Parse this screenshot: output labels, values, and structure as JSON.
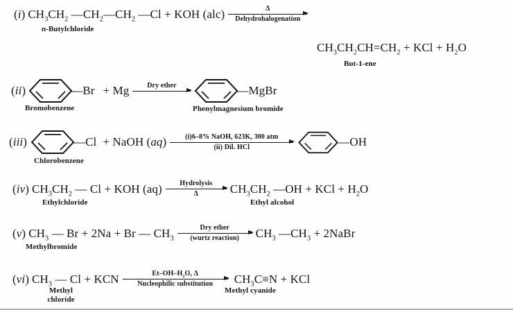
{
  "colors": {
    "ink": "#141414",
    "paper": "#fefefe"
  },
  "reactions": {
    "i": {
      "index": "(*i*)",
      "reactants": "CH~3~CH~2~ —CH~2~—CH~2~ —Cl + KOH (alc)",
      "reactant_label": "*n*-Butylchloride",
      "arrow_top": "Δ",
      "arrow_bottom": "Dehydrohalogenation",
      "products": "CH~3~CH~2~CH=CH~2~ + KCl + H~2~O",
      "product_label": "But-1-ene"
    },
    "ii": {
      "index": "(*ii*)",
      "reactant_substituent": "—Br",
      "plus_reagent": "+ Mg",
      "arrow_top": "Dry ether",
      "arrow_bottom": "",
      "product_substituent": "—MgBr",
      "reactant_label": "Bromobenzene",
      "product_label": "Phenylmagnesium bromide"
    },
    "iii": {
      "index": "(*iii*)",
      "reactant_substituent": "—Cl",
      "plus_reagent": "+ NaOH (*aq*)",
      "arrow_top": "(i)6–8% NaOH, 623K, 300 atm",
      "arrow_bottom": "(ii) Dil. HCl",
      "product_substituent": "—OH",
      "reactant_label": "Chlorobenzene"
    },
    "iv": {
      "index": "(*iv*)",
      "reactants": "CH~3~CH~2~ — Cl + KOH (aq)",
      "reactant_label": "Ethylchloride",
      "arrow_top": "Hydrolysis",
      "arrow_bottom": "Δ",
      "products": "CH~3~CH~2~ —OH + KCl + H~2~O",
      "product_label": "Ethyl alcohol"
    },
    "v": {
      "index": "(*v*)",
      "reactants": "CH~3~ — Br + 2Na + Br — CH~3~",
      "reactant_label": "Methylbromide",
      "arrow_top": "Dry ether",
      "arrow_bottom": "(wurtz reaction)",
      "products": "CH~3~ —CH~3~ + 2NaBr"
    },
    "vi": {
      "index": "(*vi*)",
      "reactants": "CH~3~ — Cl + KCN",
      "reactant_label_line1": "Methyl",
      "reactant_label_line2": "chloride",
      "arrow_top": "Et–OH–H~2~O, Δ",
      "arrow_bottom": "Nucleophilic substitution",
      "products": "CH~3~C≡N + KCl",
      "product_label": "Methyl cyanide"
    }
  }
}
